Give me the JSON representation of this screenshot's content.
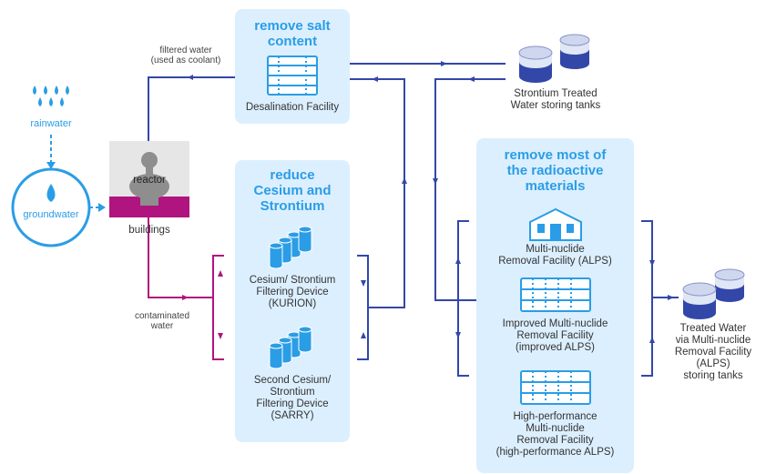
{
  "colors": {
    "accent_blue": "#2a9de6",
    "navy_line": "#3347a8",
    "magenta": "#b0147e",
    "panel_bg": "#dcefff"
  },
  "labels": {
    "rainwater": "rainwater",
    "groundwater": "groundwater",
    "reactor": "reactor",
    "buildings": "buildings",
    "filtered_water": "filtered water\n(used as coolant)",
    "contaminated_water": "contaminated\nwater"
  },
  "desalination": {
    "title": "remove salt\ncontent",
    "label": "Desalination Facility"
  },
  "cesium": {
    "title": "reduce\nCesium and\nStrontium",
    "kurion": "Cesium/ Strontium\nFiltering Device\n(KURION)",
    "sarry": "Second Cesium/\nStrontium\nFiltering Device\n(SARRY)"
  },
  "strontium_tanks": {
    "label": "Strontium Treated\nWater storing tanks"
  },
  "alps_panel": {
    "title": "remove most of\nthe radioactive\nmaterials",
    "alps": "Multi-nuclide\nRemoval Facility (ALPS)",
    "improved": "Improved Multi-nuclide\nRemoval Facility\n(improved ALPS)",
    "high": "High-performance\nMulti-nuclide\nRemoval Facility\n(high-performance ALPS)"
  },
  "treated_tanks": {
    "label": "Treated Water\nvia Multi-nuclide\nRemoval Facility\n(ALPS)\nstoring tanks"
  },
  "icons": [
    "raindrops-icon",
    "water-drop-icon",
    "reactor-icon",
    "filter-rack-icon",
    "cylinder-tanks-icon",
    "storage-tank-icon",
    "facility-building-icon"
  ]
}
